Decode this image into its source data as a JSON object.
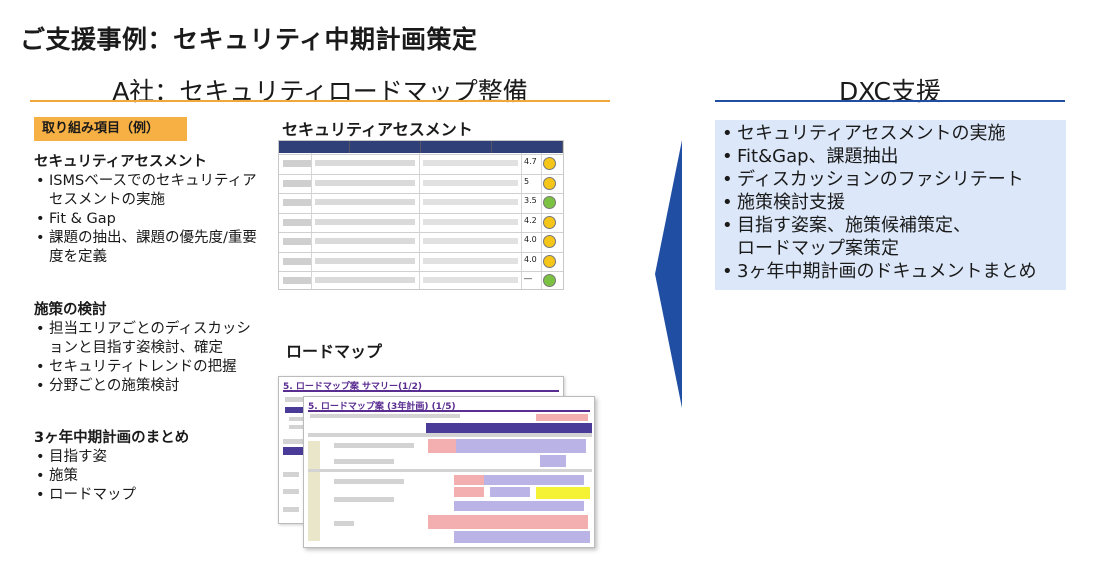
{
  "header": {
    "title": "ご支援事例：セキュリティ中期計画策定",
    "subtitle": "A社：セキュリティロードマップ整備",
    "dxc_title": "DXC支援"
  },
  "left": {
    "badge": "取り組み項目（例）",
    "sections": [
      {
        "heading": "セキュリティアセスメント",
        "items": [
          "ISMSベースでのセキュリティアセスメントの実施",
          "Fit & Gap",
          "課題の抽出、課題の優先度/重要度を定義"
        ]
      },
      {
        "heading": "施策の検討",
        "items": [
          "担当エリアごとのディスカッションと目指す姿検討、確定",
          "セキュリティトレンドの把握",
          "分野ごとの施策検討"
        ]
      },
      {
        "heading": "3ヶ年中期計画のまとめ",
        "items": [
          "目指す姿",
          "施策",
          "ロードマップ"
        ]
      }
    ]
  },
  "assessment": {
    "title": "セキュリティアセスメント",
    "scores": [
      "4.7",
      "5",
      "3.5",
      "4.2",
      "4.0",
      "4.0",
      "―"
    ],
    "colors": {
      "face_yellow": "#f5c518",
      "face_green": "#7cc242"
    }
  },
  "roadmap": {
    "title": "ロードマップ",
    "back_heading": "5. ロードマップ案 サマリー(1/2)",
    "front_heading": "5. ロードマップ案 (3年計画) (1/5)"
  },
  "dxc": {
    "items": [
      "セキュリティアセスメントの実施",
      "Fit&Gap、課題抽出",
      "ディスカッションのファシリテート",
      "施策検討支援",
      "目指す姿案、施策候補策定、",
      "ロードマップ案策定",
      "3ヶ年中期計画のドキュメントまとめ"
    ]
  },
  "colors": {
    "accent_orange": "#f2a73b",
    "accent_blue": "#1f4ea3",
    "box_blue": "#dce8f9"
  }
}
